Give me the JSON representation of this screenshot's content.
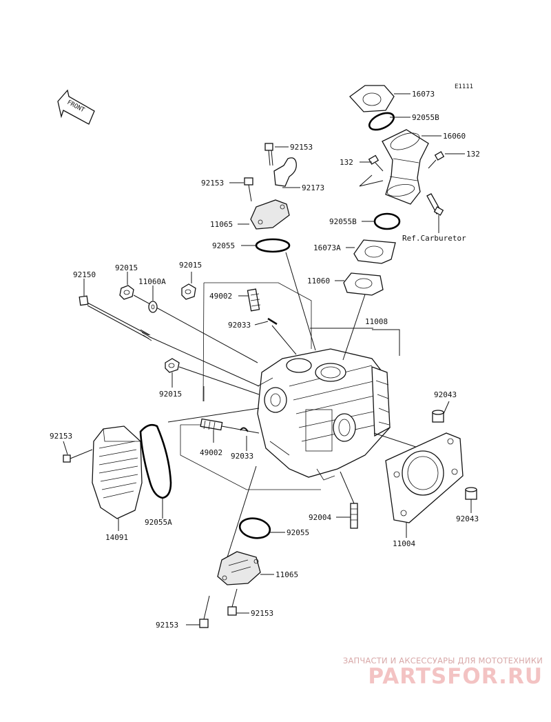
{
  "diagram": {
    "code": "E1111",
    "front_label": "FRONT",
    "ref_note": "Ref.Carburetor",
    "labels": {
      "p16073": "16073",
      "p92055B_top": "92055B",
      "p16060": "16060",
      "p132_left": "132",
      "p132_right": "132",
      "p92153_a": "92153",
      "p92153_b": "92153",
      "p92173": "92173",
      "p11065_top": "11065",
      "p92055B_mid": "92055B",
      "p92055_top": "92055",
      "p16073A": "16073A",
      "p92150": "92150",
      "p92015_a": "92015",
      "p11060A": "11060A",
      "p92015_b": "92015",
      "p49002_top": "49002",
      "p11060": "11060",
      "p92033_top": "92033",
      "p11008": "11008",
      "p92015_c": "92015",
      "p92043_top": "92043",
      "p92153_c": "92153",
      "p49002_bot": "49002",
      "p92033_bot": "92033",
      "p92055A": "92055A",
      "p14091": "14091",
      "p92004": "92004",
      "p92043_bot": "92043",
      "p11004": "11004",
      "p92055_bot": "92055",
      "p11065_bot": "11065",
      "p92153_d": "92153",
      "p92153_e": "92153"
    }
  },
  "watermark": {
    "tagline": "ЗАПЧАСТИ И АКСЕССУАРЫ ДЛЯ МОТОТЕХНИКИ",
    "logo": "PARTSFOR.RU"
  }
}
